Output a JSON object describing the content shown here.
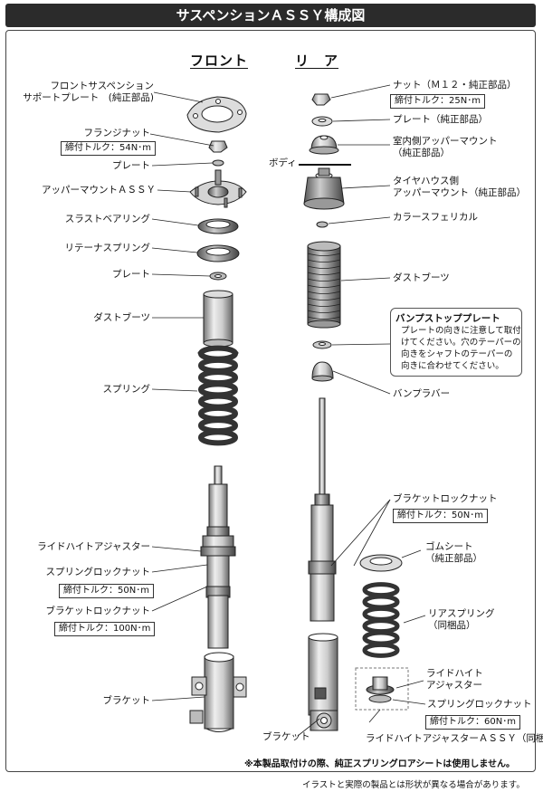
{
  "title": "サスペンションＡＳＳＹ構成図",
  "sections": {
    "front": "フロント",
    "rear": "リ　ア"
  },
  "front_labels": {
    "support_plate": "フロントサスペンション\nサポートプレート　(純正部品)",
    "flange_nut": "フランジナット",
    "flange_nut_torque": "締付トルク：54N･m",
    "plate_upper": "プレート",
    "upper_mount": "アッパーマウントＡＳＳＹ",
    "thrust_bearing": "スラストベアリング",
    "retainer_spring": "リテーナスプリング",
    "plate_lower": "プレート",
    "dust_boot": "ダストブーツ",
    "spring": "スプリング",
    "ride_height_adjuster": "ライドハイトアジャスター",
    "spring_lock_nut": "スプリングロックナット",
    "spring_lock_nut_torque": "締付トルク：50N･m",
    "bracket_lock_nut": "ブラケットロックナット",
    "bracket_lock_nut_torque": "締付トルク：100N･m",
    "bracket": "ブラケット"
  },
  "rear_labels": {
    "nut": "ナット（Ｍ１２・純正部品）",
    "nut_torque": "締付トルク：25N･m",
    "plate": "プレート（純正部品）",
    "indoor_mount": "室内側アッパーマウント\n（純正部品）",
    "body": "ボディ",
    "tire_house_mount": "タイヤハウス側\nアッパーマウント（純正部品）",
    "collar": "カラースフェリカル",
    "dust_boot": "ダストブーツ",
    "bump_stop_plate_title": "バンプストッププレート",
    "bump_stop_plate_note": "プレートの向きに注意して取付\nけてください。穴のテーパーの\n向きをシャフトのテーパーの\n向きに合わせてください。",
    "bump_rubber": "バンプラバー",
    "bracket_lock_nut": "ブラケットロックナット",
    "bracket_lock_nut_torque": "締付トルク：50N･m",
    "rubber_sheet": "ゴムシート\n（純正部品）",
    "rear_spring": "リアスプリング\n（同梱品）",
    "ride_height_adjuster": "ライドハイト\nアジャスター",
    "spring_lock_nut": "スプリングロックナット",
    "spring_lock_nut_torque": "締付トルク：60N･m",
    "ride_height_adjuster_assy": "ライドハイトアジャスターＡＳＳＹ（同梱品）",
    "bracket": "ブラケット"
  },
  "footnotes": {
    "note1": "※本製品取付けの際、純正スプリングロアシートは使用しません。",
    "note2": "イラストと実際の製品とは形状が異なる場合があります。"
  }
}
